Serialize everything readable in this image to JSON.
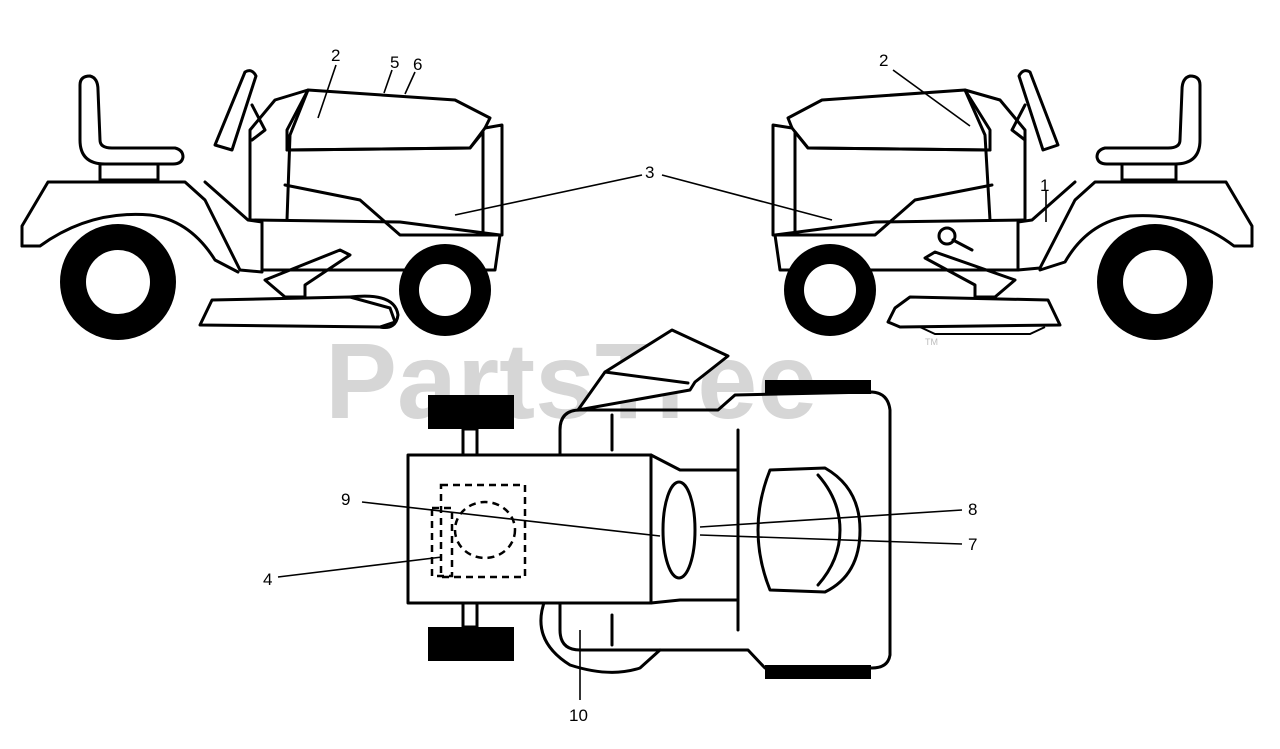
{
  "watermark": {
    "text": "PartsTree",
    "trademark": "TM"
  },
  "callouts": {
    "c1": "1",
    "c2_left": "2",
    "c2_right": "2",
    "c3": "3",
    "c4": "4",
    "c5": "5",
    "c6": "6",
    "c7": "7",
    "c8": "8",
    "c9": "9",
    "c10": "10"
  }
}
